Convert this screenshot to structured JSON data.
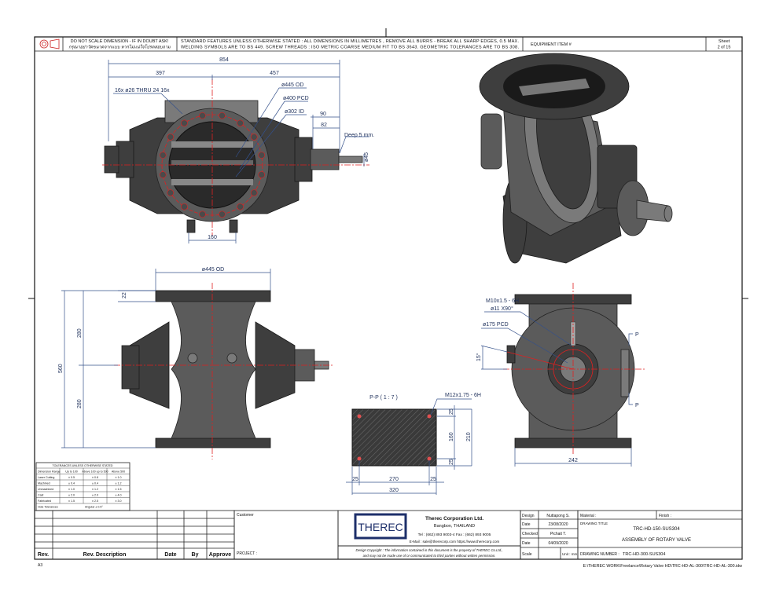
{
  "header": {
    "scale_note_en": "DO NOT SCALE DIMENSION - IF IN DOUBT ASK!",
    "scale_note_th": "กรุณาอย่าวัดขนาดจากแบบ หากไม่แน่ใจโปรดสอบถาม",
    "standards_line1": "STANDARD FEATURES UNLESS OTHERWISE STATED :  ALL DIMENSIONS IN MILLIMETRES , REMOVE ALL BURRS - BREAK ALL SHARP EDGES, 0.5 MAX.",
    "standards_line2": "WELDING  SYMBOLS  ARE  TO  BS  449.   SCREW THREADS : ISO METRIC COARSE MEDIUM FIT TO BS 3643.  GEOMETRIC TOLERANCES ARE TO BS 308.",
    "equipment_item": "EQUIPMENT ITEM #",
    "sheet_label": "Sheet",
    "sheet_value": "2 of 15"
  },
  "top_view": {
    "overall": "854",
    "left": "397",
    "right": "457",
    "holes": "16x ø26 THRU 24 16x",
    "od": "ø445 OD",
    "pcd": "ø400 PCD",
    "id": "ø302 ID",
    "shaft_90": "90",
    "shaft_82": "82",
    "deep": "Deep 5 mm.",
    "shaft_dia": "ø45",
    "bottom": "160"
  },
  "front_view": {
    "od": "ø445 OD",
    "flange": "22",
    "upper": "280",
    "lower": "280",
    "overall": "560"
  },
  "side_view": {
    "thread": "M10x1.5 - 6H",
    "csk": "ø11 X90°",
    "pcd": "ø175 PCD",
    "angle": "15°",
    "section_mark": "P",
    "width": "242"
  },
  "plate_view": {
    "title": "P-P ( 1 : 7 )",
    "thread": "M12x1.75 - 6H",
    "edge_v1": "25",
    "mid_v": "160",
    "edge_v2": "25",
    "overall_v": "210",
    "edge_h1": "25",
    "mid_h": "270",
    "edge_h2": "25",
    "overall_h": "320"
  },
  "tolerances": {
    "title": "TOLERANCES UNLESS OTHERWISE STATED",
    "headers": [
      "Dimension Range",
      "Up to 100",
      "Above 100 up to 500",
      "Above 500"
    ],
    "rows": [
      [
        "Laser Cutting",
        "± 0.5",
        "± 0.8",
        "± 1.0"
      ],
      [
        "Machined",
        "± 0.4",
        "± 0.4",
        "± 1.2"
      ],
      [
        "Unmachined",
        "± 1.0",
        "± 1.2",
        "± 1.5"
      ],
      [
        "Cast",
        "± 2.0",
        "± 2.0",
        "± 4.0"
      ],
      [
        "Fabricated",
        "± 1.5",
        "± 2.5",
        "± 3.0"
      ]
    ],
    "hole_label": "Hole Tolerances",
    "angular": "Angular ± 0.5°"
  },
  "revision": {
    "rev": "Rev.",
    "desc": "Rev. Description",
    "date": "Date",
    "by": "By",
    "approve": "Approve"
  },
  "customer_label": "Customer",
  "project_label": "PROJECT :",
  "company": {
    "logo": "THEREC",
    "name": "Therec Corporation Ltd.",
    "location": "Bangbon, THAILAND",
    "phone": "Tel : (662) 893 9003-4     Fax : (662) 893 9005",
    "email": "E-Mail : sale@therecorp.com  https://www.therecorp.com",
    "copyright1": "Design Copyright : The information contained in this document is the property of THEREC Co.Ltd.,",
    "copyright2": "and may not be made use of or communicated to third parties without written permission."
  },
  "approval": {
    "design_label": "Design",
    "design_value": "Nuttapong S.",
    "date1_label": "Date",
    "date1_value": "23/08/2020",
    "checked_label": "Checked",
    "checked_value": "Pichait  T.",
    "date2_label": "Date",
    "date2_value": "04/09/2020",
    "scale_label": "Scale",
    "unit": "Unit : mm."
  },
  "drawing": {
    "material_label": "Material  :",
    "finish_label": "Finish  :",
    "title_label": "DRAWING TITLE",
    "title1": "TRC-HD-150-SUS304",
    "title2": "ASSEMBLY OF ROTARY VALVE",
    "number_label": "DRAWING NUMBER  :",
    "number_value": "TRC-HD-300-SUS304"
  },
  "paper_size": "A3",
  "file_path": "E:\\THEREC WORK\\Freelance\\Rotary Valve HD\\TRC-HD-AL-300\\TRC-HD-AL-300.idw"
}
